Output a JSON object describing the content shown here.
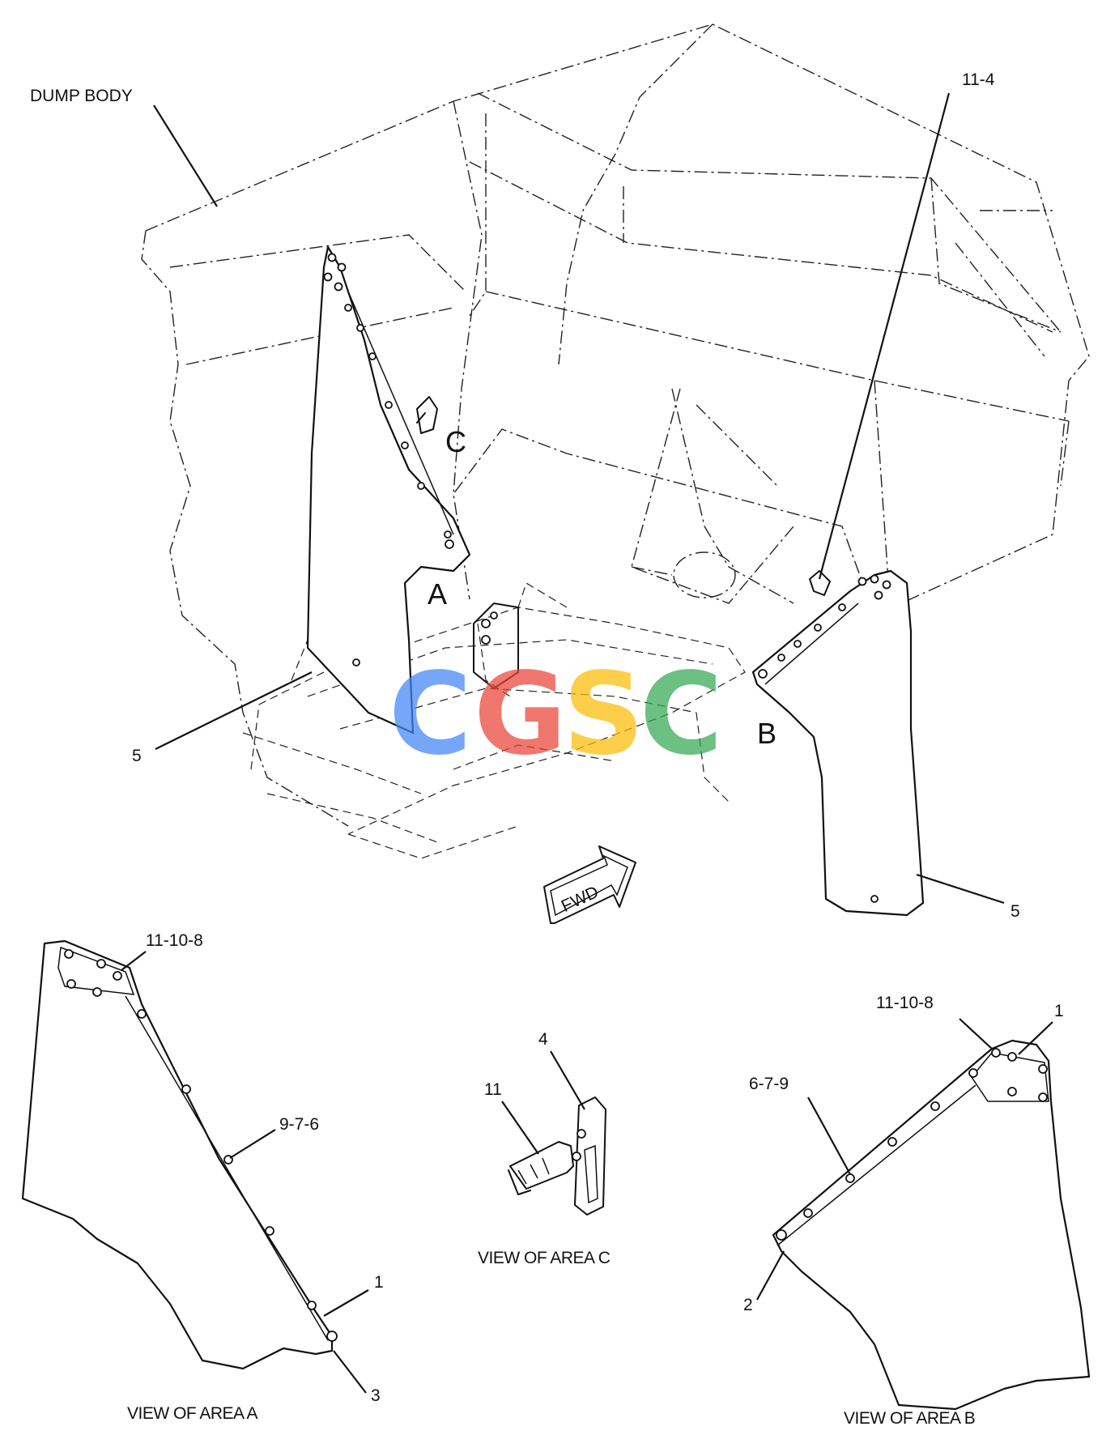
{
  "labels": {
    "dump_body": "DUMP BODY",
    "callout_11_4": "11-4",
    "area_c_marker": "C",
    "area_a_marker": "A",
    "area_b_marker": "B",
    "callout_5_left": "5",
    "callout_5_right": "5",
    "fwd": "FWD",
    "view_a_callout_top": "11-10-8",
    "view_a_callout_mid": "9-7-6",
    "view_a_callout_1": "1",
    "view_a_callout_3": "3",
    "view_a_caption": "VIEW OF AREA A",
    "view_c_callout_4": "4",
    "view_c_callout_11": "11",
    "view_c_caption": "VIEW OF AREA C",
    "view_b_callout_top": "11-10-8",
    "view_b_callout_1": "1",
    "view_b_callout_mid": "6-7-9",
    "view_b_callout_2": "2",
    "view_b_caption": "VIEW OF AREA B"
  },
  "watermark": {
    "letters": [
      "C",
      "G",
      "S",
      "C"
    ],
    "colors": [
      "#4285f4",
      "#ea4335",
      "#fbbc05",
      "#34a853"
    ]
  }
}
